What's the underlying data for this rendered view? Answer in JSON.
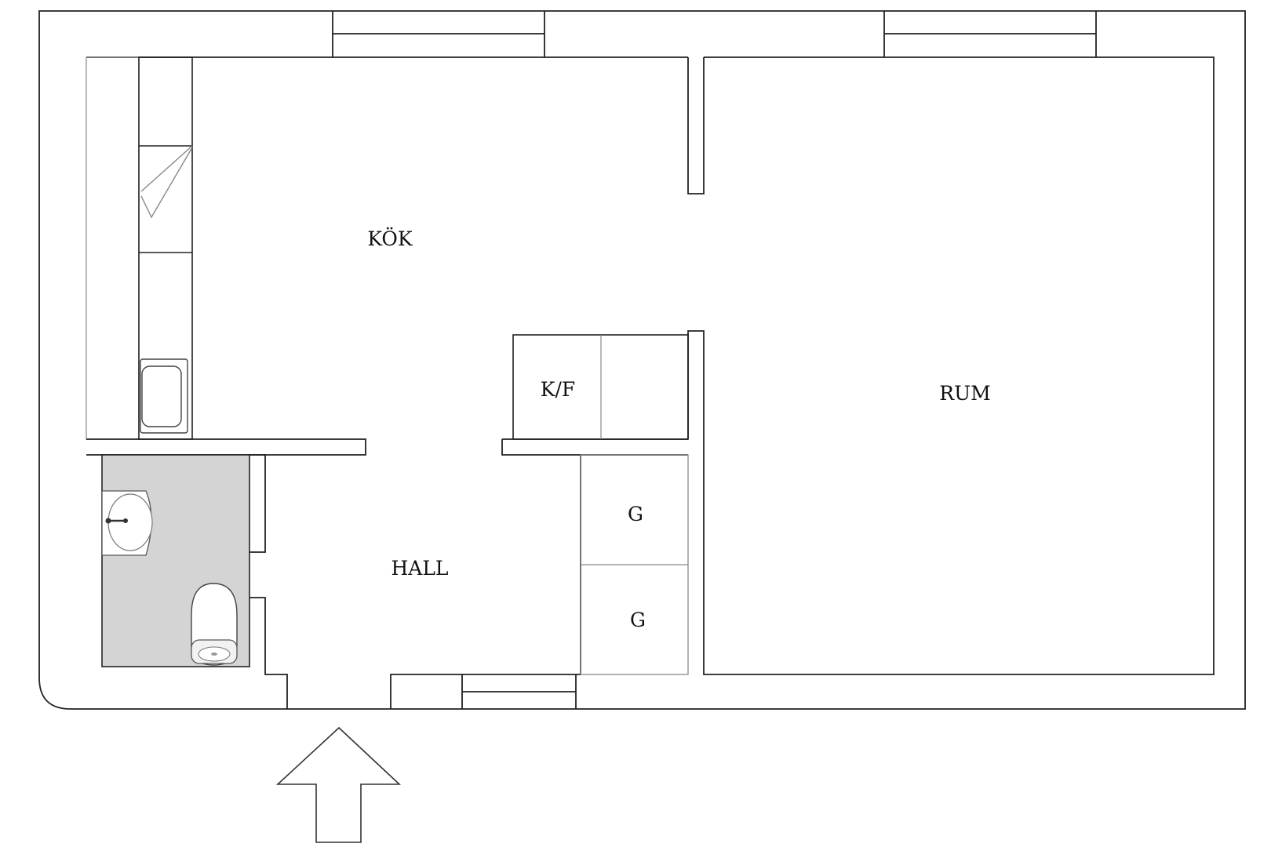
{
  "floorplan": {
    "rooms": {
      "kitchen": "KÖK",
      "living_room": "RUM",
      "hall": "HALL",
      "fridge_freezer": "K/F",
      "wardrobe_1": "G",
      "wardrobe_2": "G"
    }
  },
  "colors": {
    "wall_stroke": "#222222",
    "light_stroke": "#888888",
    "bathroom_fill": "#d4d4d4",
    "background": "#ffffff"
  },
  "icons": {
    "entrance": "arrow-up-icon",
    "sink": "sink-icon",
    "toilet": "toilet-icon",
    "dishwasher": "dishwasher-icon",
    "kitchen_sink": "kitchen-sink-icon"
  }
}
